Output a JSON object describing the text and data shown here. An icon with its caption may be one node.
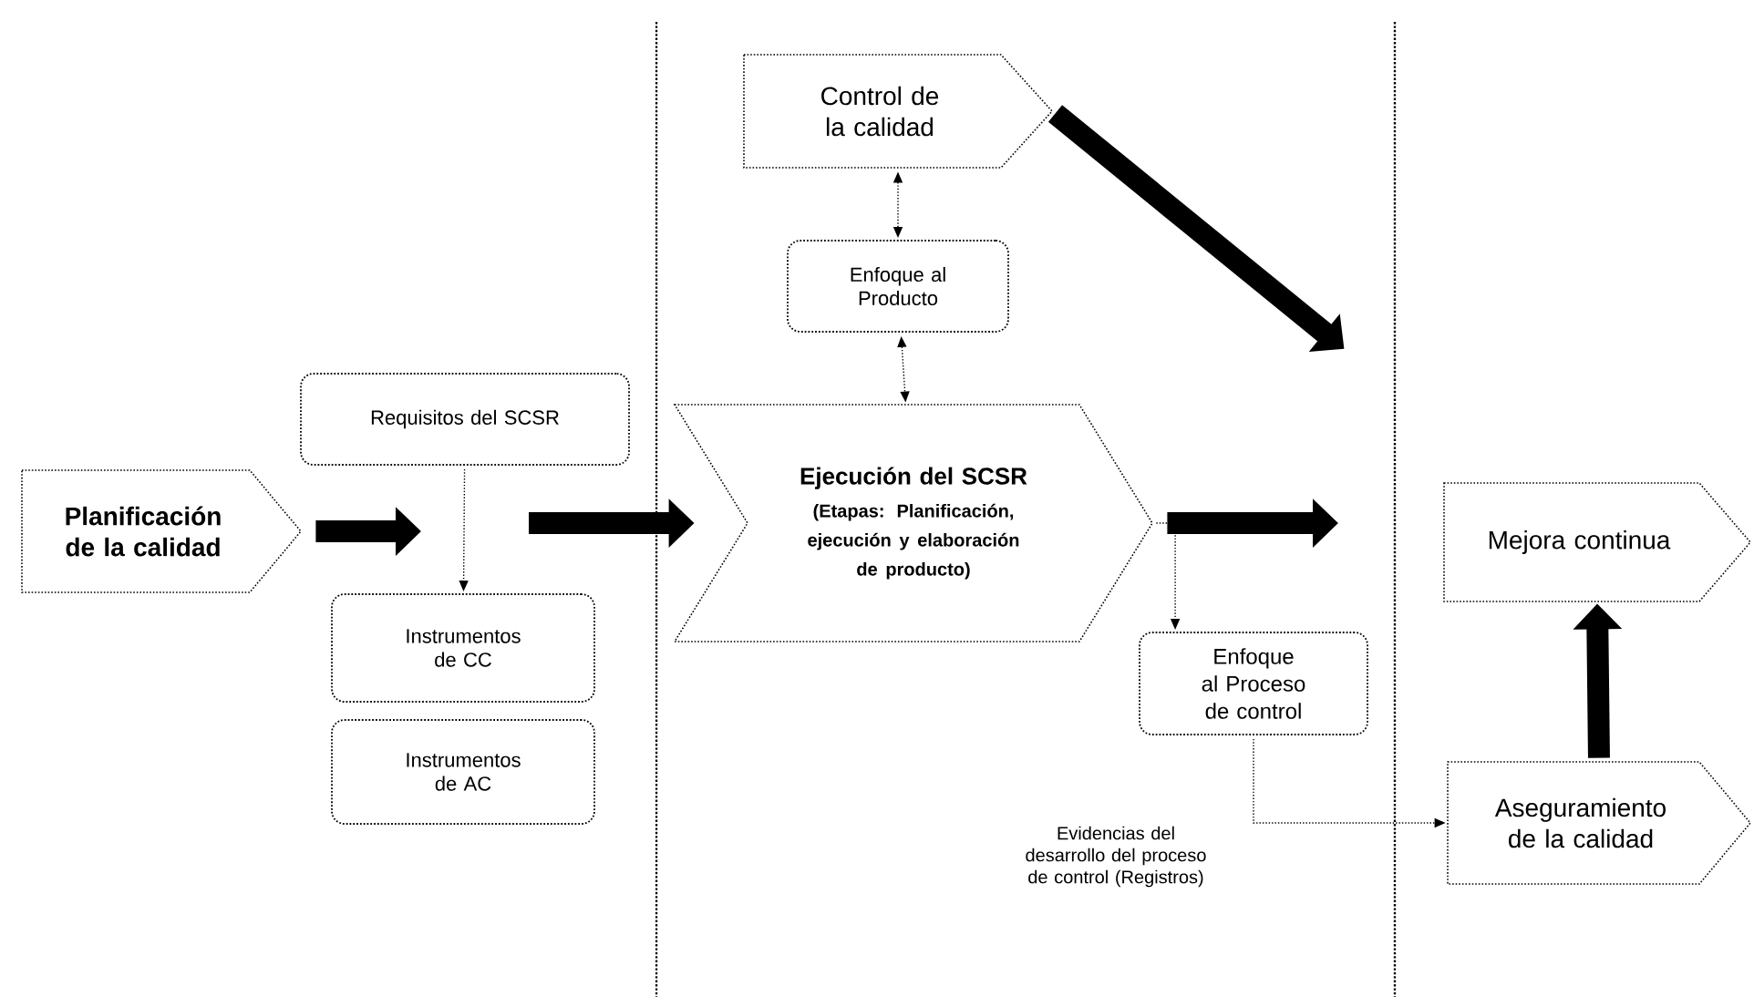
{
  "diagram": {
    "nodes": [
      {
        "text": [
          "Planificación de la calidad"
        ]
      },
      {
        "text": [
          "Requisitos del SCSR"
        ]
      },
      {
        "text": [
          "Instrumentos de CC"
        ]
      },
      {
        "text": [
          "Instrumentos de AC"
        ]
      },
      {
        "text": [
          "Control de la calidad"
        ]
      },
      {
        "text": [
          "Enfoque al Producto"
        ]
      },
      {
        "text": [
          "Ejecución del SCSR",
          "(Etapas: Planificación, ejecución y elaboración de producto)"
        ]
      },
      {
        "text": [
          "Enfoque al Proceso de control"
        ]
      },
      {
        "text": [
          "Mejora continua"
        ]
      },
      {
        "text": [
          "Aseguramiento de la calidad"
        ]
      }
    ],
    "edges": [
      {
        "from": 0,
        "to": null,
        "arrow": "to",
        "style": "thick"
      },
      {
        "from": null,
        "to": 6,
        "arrow": "to",
        "style": "thick"
      },
      {
        "from": 1,
        "to": 2,
        "arrow": "to",
        "style": "dashed"
      },
      {
        "from": 4,
        "to": 5,
        "arrow": "both",
        "style": "dashed"
      },
      {
        "from": 5,
        "to": 6,
        "arrow": "both",
        "style": "dashed"
      },
      {
        "from": 4,
        "to": null,
        "arrow": "to",
        "style": "thick"
      },
      {
        "from": 6,
        "to": null,
        "arrow": "to",
        "style": "thick"
      },
      {
        "from": 6,
        "to": 7,
        "arrow": "to",
        "style": "dashed"
      },
      {
        "from": 7,
        "to": 9,
        "arrow": "to",
        "style": "dashed",
        "label": "Evidencias del desarrollo del proceso de control (Registros)"
      },
      {
        "from": 9,
        "to": 8,
        "arrow": "to",
        "style": "thick"
      }
    ]
  }
}
